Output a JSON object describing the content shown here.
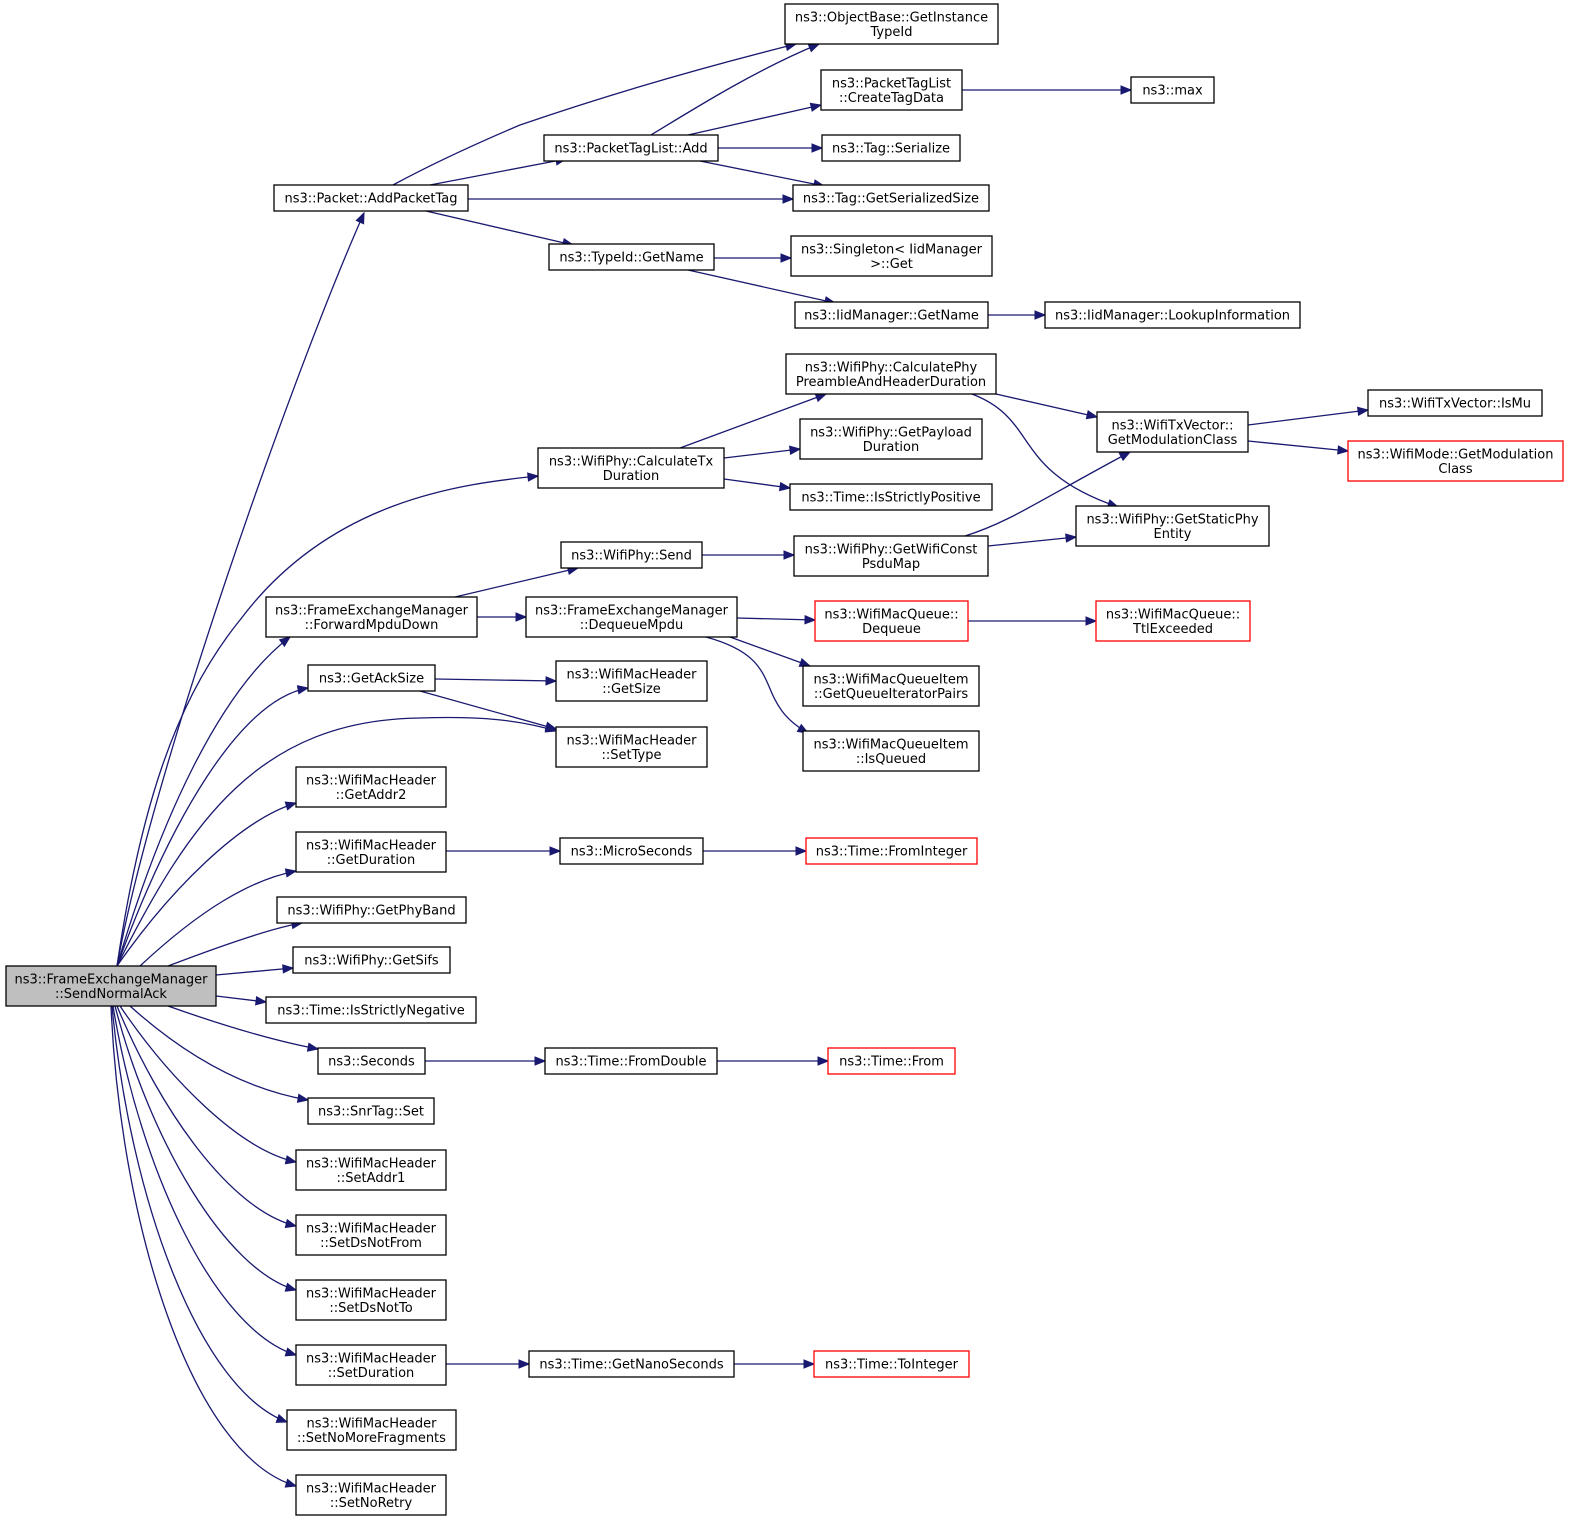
{
  "colors": {
    "edge": "#191970",
    "node_border": "#000000",
    "node_border_truncated": "#ff0000",
    "root_fill": "#bfbfbf"
  },
  "nodes": [
    {
      "id": "root",
      "lines": [
        "ns3::FrameExchangeManager",
        "::SendNormalAck"
      ],
      "style": "root"
    },
    {
      "id": "addPacketTag",
      "lines": [
        "ns3::Packet::AddPacketTag"
      ]
    },
    {
      "id": "getInstanceTypeId",
      "lines": [
        "ns3::ObjectBase::GetInstance",
        "TypeId"
      ]
    },
    {
      "id": "packetTagListAdd",
      "lines": [
        "ns3::PacketTagList::Add"
      ]
    },
    {
      "id": "createTagData",
      "lines": [
        "ns3::PacketTagList",
        "::CreateTagData"
      ]
    },
    {
      "id": "max",
      "lines": [
        "ns3::max"
      ]
    },
    {
      "id": "tagSerialize",
      "lines": [
        "ns3::Tag::Serialize"
      ]
    },
    {
      "id": "tagGetSerializedSize",
      "lines": [
        "ns3::Tag::GetSerializedSize"
      ]
    },
    {
      "id": "typeIdGetName",
      "lines": [
        "ns3::TypeId::GetName"
      ]
    },
    {
      "id": "singletonGet",
      "lines": [
        "ns3::Singleton< IidManager",
        ">::Get"
      ]
    },
    {
      "id": "iidGetName",
      "lines": [
        "ns3::IidManager::GetName"
      ]
    },
    {
      "id": "lookupInformation",
      "lines": [
        "ns3::IidManager::LookupInformation"
      ]
    },
    {
      "id": "calcPreamble",
      "lines": [
        "ns3::WifiPhy::CalculatePhy",
        "PreambleAndHeaderDuration"
      ]
    },
    {
      "id": "getModulationClassTx",
      "lines": [
        "ns3::WifiTxVector::",
        "GetModulationClass"
      ]
    },
    {
      "id": "isMu",
      "lines": [
        "ns3::WifiTxVector::IsMu"
      ]
    },
    {
      "id": "wifiModeGetModulation",
      "lines": [
        "ns3::WifiMode::GetModulation",
        "Class"
      ],
      "style": "red"
    },
    {
      "id": "getPayloadDuration",
      "lines": [
        "ns3::WifiPhy::GetPayload",
        "Duration"
      ]
    },
    {
      "id": "calcTxDuration",
      "lines": [
        "ns3::WifiPhy::CalculateTx",
        "Duration"
      ]
    },
    {
      "id": "isStrictlyPositive",
      "lines": [
        "ns3::Time::IsStrictlyPositive"
      ]
    },
    {
      "id": "getStaticPhyEntity",
      "lines": [
        "ns3::WifiPhy::GetStaticPhy",
        "Entity"
      ]
    },
    {
      "id": "wifiPhySend",
      "lines": [
        "ns3::WifiPhy::Send"
      ]
    },
    {
      "id": "getWifiConstPsduMap",
      "lines": [
        "ns3::WifiPhy::GetWifiConst",
        "PsduMap"
      ]
    },
    {
      "id": "forwardMpduDown",
      "lines": [
        "ns3::FrameExchangeManager",
        "::ForwardMpduDown"
      ]
    },
    {
      "id": "dequeueMpdu",
      "lines": [
        "ns3::FrameExchangeManager",
        "::DequeueMpdu"
      ]
    },
    {
      "id": "queueDequeue",
      "lines": [
        "ns3::WifiMacQueue::",
        "Dequeue"
      ],
      "style": "red"
    },
    {
      "id": "ttlExceeded",
      "lines": [
        "ns3::WifiMacQueue::",
        "TtlExceeded"
      ],
      "style": "red"
    },
    {
      "id": "getQueueIteratorPairs",
      "lines": [
        "ns3::WifiMacQueueItem",
        "::GetQueueIteratorPairs"
      ]
    },
    {
      "id": "isQueued",
      "lines": [
        "ns3::WifiMacQueueItem",
        "::IsQueued"
      ]
    },
    {
      "id": "getAckSize",
      "lines": [
        "ns3::GetAckSize"
      ]
    },
    {
      "id": "headerGetSize",
      "lines": [
        "ns3::WifiMacHeader",
        "::GetSize"
      ]
    },
    {
      "id": "headerSetType",
      "lines": [
        "ns3::WifiMacHeader",
        "::SetType"
      ]
    },
    {
      "id": "getAddr2",
      "lines": [
        "ns3::WifiMacHeader",
        "::GetAddr2"
      ]
    },
    {
      "id": "getDuration",
      "lines": [
        "ns3::WifiMacHeader",
        "::GetDuration"
      ]
    },
    {
      "id": "microSeconds",
      "lines": [
        "ns3::MicroSeconds"
      ]
    },
    {
      "id": "fromInteger",
      "lines": [
        "ns3::Time::FromInteger"
      ],
      "style": "red"
    },
    {
      "id": "getPhyBand",
      "lines": [
        "ns3::WifiPhy::GetPhyBand"
      ]
    },
    {
      "id": "getSifs",
      "lines": [
        "ns3::WifiPhy::GetSifs"
      ]
    },
    {
      "id": "isStrictlyNegative",
      "lines": [
        "ns3::Time::IsStrictlyNegative"
      ]
    },
    {
      "id": "seconds",
      "lines": [
        "ns3::Seconds"
      ]
    },
    {
      "id": "fromDouble",
      "lines": [
        "ns3::Time::FromDouble"
      ]
    },
    {
      "id": "timeFrom",
      "lines": [
        "ns3::Time::From"
      ],
      "style": "red"
    },
    {
      "id": "snrTagSet",
      "lines": [
        "ns3::SnrTag::Set"
      ]
    },
    {
      "id": "setAddr1",
      "lines": [
        "ns3::WifiMacHeader",
        "::SetAddr1"
      ]
    },
    {
      "id": "setDsNotFrom",
      "lines": [
        "ns3::WifiMacHeader",
        "::SetDsNotFrom"
      ]
    },
    {
      "id": "setDsNotTo",
      "lines": [
        "ns3::WifiMacHeader",
        "::SetDsNotTo"
      ]
    },
    {
      "id": "setDuration",
      "lines": [
        "ns3::WifiMacHeader",
        "::SetDuration"
      ]
    },
    {
      "id": "getNanoSeconds",
      "lines": [
        "ns3::Time::GetNanoSeconds"
      ]
    },
    {
      "id": "toInteger",
      "lines": [
        "ns3::Time::ToInteger"
      ],
      "style": "red"
    },
    {
      "id": "setNoMoreFragments",
      "lines": [
        "ns3::WifiMacHeader",
        "::SetNoMoreFragments"
      ]
    },
    {
      "id": "setNoRetry",
      "lines": [
        "ns3::WifiMacHeader",
        "::SetNoRetry"
      ]
    }
  ],
  "edges": [
    [
      "root",
      "addPacketTag"
    ],
    [
      "addPacketTag",
      "getInstanceTypeId"
    ],
    [
      "addPacketTag",
      "packetTagListAdd"
    ],
    [
      "addPacketTag",
      "tagGetSerializedSize"
    ],
    [
      "addPacketTag",
      "typeIdGetName"
    ],
    [
      "packetTagListAdd",
      "getInstanceTypeId"
    ],
    [
      "packetTagListAdd",
      "createTagData"
    ],
    [
      "packetTagListAdd",
      "tagSerialize"
    ],
    [
      "packetTagListAdd",
      "tagGetSerializedSize"
    ],
    [
      "createTagData",
      "max"
    ],
    [
      "typeIdGetName",
      "singletonGet"
    ],
    [
      "typeIdGetName",
      "iidGetName"
    ],
    [
      "iidGetName",
      "lookupInformation"
    ],
    [
      "root",
      "calcTxDuration"
    ],
    [
      "calcTxDuration",
      "calcPreamble"
    ],
    [
      "calcTxDuration",
      "getPayloadDuration"
    ],
    [
      "calcTxDuration",
      "isStrictlyPositive"
    ],
    [
      "calcPreamble",
      "getModulationClassTx"
    ],
    [
      "calcPreamble",
      "getStaticPhyEntity"
    ],
    [
      "getModulationClassTx",
      "isMu"
    ],
    [
      "getModulationClassTx",
      "wifiModeGetModulation"
    ],
    [
      "root",
      "forwardMpduDown"
    ],
    [
      "forwardMpduDown",
      "wifiPhySend"
    ],
    [
      "forwardMpduDown",
      "dequeueMpdu"
    ],
    [
      "wifiPhySend",
      "getWifiConstPsduMap"
    ],
    [
      "getWifiConstPsduMap",
      "getModulationClassTx"
    ],
    [
      "getWifiConstPsduMap",
      "getStaticPhyEntity"
    ],
    [
      "dequeueMpdu",
      "queueDequeue"
    ],
    [
      "dequeueMpdu",
      "getQueueIteratorPairs"
    ],
    [
      "dequeueMpdu",
      "isQueued"
    ],
    [
      "queueDequeue",
      "ttlExceeded"
    ],
    [
      "root",
      "getAckSize"
    ],
    [
      "getAckSize",
      "headerGetSize"
    ],
    [
      "getAckSize",
      "headerSetType"
    ],
    [
      "root",
      "headerSetType"
    ],
    [
      "root",
      "getAddr2"
    ],
    [
      "root",
      "getDuration"
    ],
    [
      "getDuration",
      "microSeconds"
    ],
    [
      "microSeconds",
      "fromInteger"
    ],
    [
      "root",
      "getPhyBand"
    ],
    [
      "root",
      "getSifs"
    ],
    [
      "root",
      "isStrictlyNegative"
    ],
    [
      "root",
      "seconds"
    ],
    [
      "seconds",
      "fromDouble"
    ],
    [
      "fromDouble",
      "timeFrom"
    ],
    [
      "root",
      "snrTagSet"
    ],
    [
      "root",
      "setAddr1"
    ],
    [
      "root",
      "setDsNotFrom"
    ],
    [
      "root",
      "setDsNotTo"
    ],
    [
      "root",
      "setDuration"
    ],
    [
      "setDuration",
      "getNanoSeconds"
    ],
    [
      "getNanoSeconds",
      "toInteger"
    ],
    [
      "root",
      "setNoMoreFragments"
    ],
    [
      "root",
      "setNoRetry"
    ]
  ]
}
